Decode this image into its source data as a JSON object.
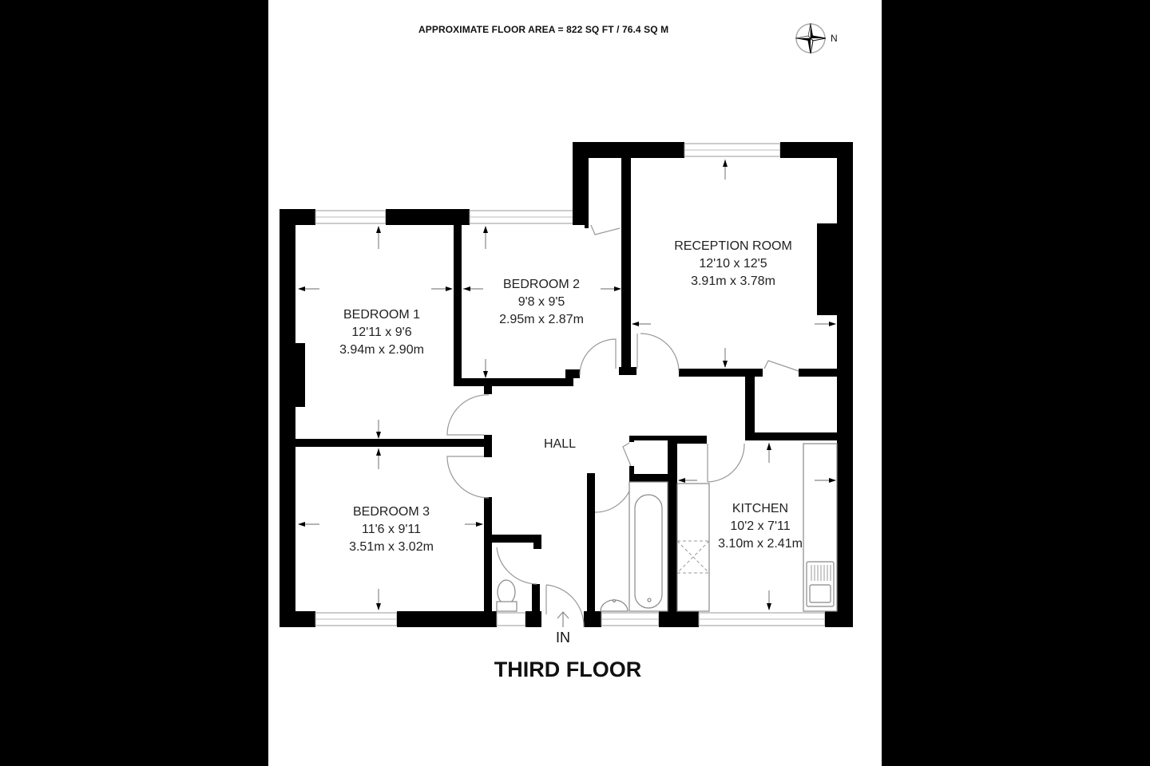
{
  "header": {
    "floor_area": "APPROXIMATE FLOOR AREA = 822 SQ FT / 76.4 SQ M",
    "compass_label": "N",
    "compass_icon": "compass-rose-icon"
  },
  "rooms": [
    {
      "id": "bedroom-1",
      "name": "BEDROOM 1",
      "imperial": "12'11 x 9'6",
      "metric": "3.94m x 2.90m"
    },
    {
      "id": "bedroom-2",
      "name": "BEDROOM 2",
      "imperial": "9'8 x 9'5",
      "metric": "2.95m x 2.87m"
    },
    {
      "id": "reception-room",
      "name": "RECEPTION ROOM",
      "imperial": "12'10 x 12'5",
      "metric": "3.91m x 3.78m"
    },
    {
      "id": "hall",
      "name": "HALL"
    },
    {
      "id": "bedroom-3",
      "name": "BEDROOM 3",
      "imperial": "11'6 x 9'11",
      "metric": "3.51m x 3.02m"
    },
    {
      "id": "kitchen",
      "name": "KITCHEN",
      "imperial": "10'2 x 7'11",
      "metric": "3.10m x 2.41m"
    }
  ],
  "entrance": {
    "label": "IN"
  },
  "floor": {
    "title": "THIRD FLOOR"
  },
  "colors": {
    "background": "#000000",
    "page": "#ffffff",
    "wall": "#000000",
    "text": "#222222"
  }
}
